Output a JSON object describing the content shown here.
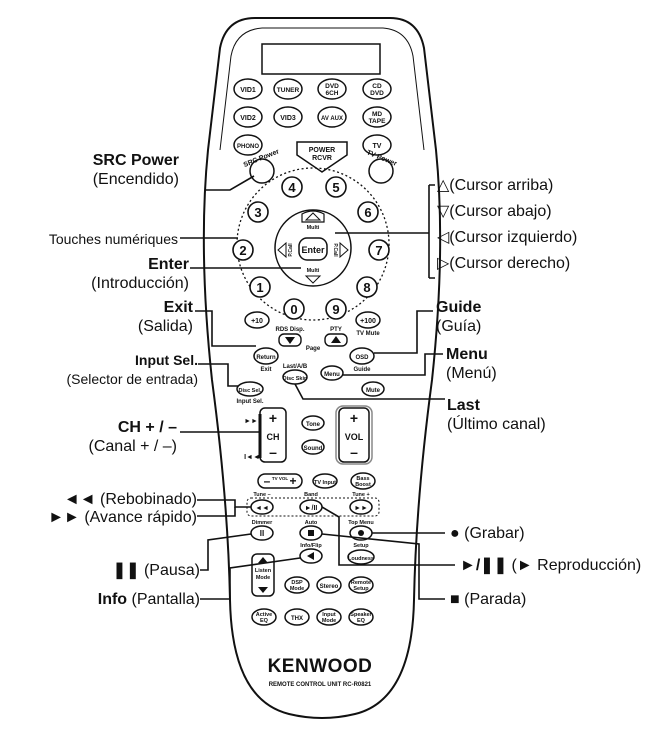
{
  "remote": {
    "brand": "KENWOOD",
    "model": "REMOTE CONTROL UNIT RC-R0821",
    "buttons": {
      "vid1": "VID1",
      "tuner": "TUNER",
      "dvd6ch_1": "DVD",
      "dvd6ch_2": "6CH",
      "cddvd_1": "CD",
      "cddvd_2": "DVD",
      "vid2": "VID2",
      "vid3": "VID3",
      "avaux": "AV AUX",
      "mdtape_1": "MD",
      "mdtape_2": "TAPE",
      "phono": "PHONO",
      "power_rcvr_1": "POWER",
      "power_rcvr_2": "RCVR",
      "tv": "TV",
      "src_power": "SRC Power",
      "tv_power": "TV Power",
      "n1": "1",
      "n2": "2",
      "n3": "3",
      "n4": "4",
      "n5": "5",
      "n6": "6",
      "n7": "7",
      "n8": "8",
      "n9": "9",
      "n0": "0",
      "plus10": "+10",
      "plus100": "+100",
      "tv_mute": "TV Mute",
      "enter": "Enter",
      "multi_up": "Multi",
      "multi_down": "Multi",
      "p_call_left": "P.Call",
      "p_call_right": "P.Call",
      "rds_disp": "RDS Disp.",
      "pty": "PTY",
      "page": "Page",
      "return": "Return",
      "exit": "Exit",
      "osd": "OSD",
      "guide": "Guide",
      "menu": "Menu",
      "last_ab": "Last/A/B",
      "disc_skip": "Disc Skip",
      "disc_sel": "Disc Sel.",
      "input_sel": "Input Sel.",
      "mute": "Mute",
      "ch": "CH",
      "vol": "VOL",
      "plus": "+",
      "minus": "–",
      "tone": "Tone",
      "sound": "Sound",
      "tv_vol": "TV VOL",
      "tv_input": "TV Input",
      "bass_1": "Bass",
      "bass_2": "Boost",
      "tune_minus": "Tune –",
      "band": "Band",
      "tune_plus": "Tune +",
      "dimmer": "Dimmer",
      "auto": "Auto",
      "top_menu": "Top Menu",
      "setup": "Setup",
      "loudness": "Loudness",
      "info_flip": "Info/Flip",
      "listen_1": "Listen",
      "listen_2": "Mode",
      "dsp_1": "DSP",
      "dsp_2": "Mode",
      "stereo": "Stereo",
      "remote_1": "Remote",
      "remote_2": "Setup",
      "active_1": "Active",
      "active_2": "EQ",
      "thx": "THX",
      "input_1": "Input",
      "input_2": "Mode",
      "speaker_1": "Speaker",
      "speaker_2": "EQ"
    }
  },
  "callouts": {
    "src_power": {
      "bold": "SRC Power",
      "sub": "(Encendido)"
    },
    "numeric": {
      "text": "Touches numériques"
    },
    "enter": {
      "bold": "Enter",
      "sub": "(Introducción)"
    },
    "exit": {
      "bold": "Exit",
      "sub": "(Salida)"
    },
    "input_sel": {
      "bold": "Input Sel.",
      "sub": "(Selector de entrada)"
    },
    "ch": {
      "bold": "CH + / –",
      "sub": "(Canal  + / –)"
    },
    "rew": {
      "sym": "◄◄",
      "text": " (Rebobinado)"
    },
    "ff": {
      "sym": "►►",
      "text": " (Avance rápido)"
    },
    "pause": {
      "sym": "❚❚",
      "text": " (Pausa)"
    },
    "info": {
      "bold": "Info",
      "text": " (Pantalla)"
    },
    "cursor_up": "△(Cursor arriba)",
    "cursor_down": "▽(Cursor abajo)",
    "cursor_left": "◁(Cursor izquierdo)",
    "cursor_right": "▷(Cursor derecho)",
    "guide": {
      "bold": "Guide",
      "sub": "(Guía)"
    },
    "menu": {
      "bold": "Menu",
      "sub": "(Menú)"
    },
    "last": {
      "bold": "Last",
      "sub": "(Último canal)"
    },
    "rec": {
      "sym": "●",
      "text": " (Grabar)"
    },
    "play": {
      "sym": "►/❚❚",
      "text": " (► Reproducción)"
    },
    "stop": {
      "sym": "■",
      "text": " (Parada)"
    }
  }
}
